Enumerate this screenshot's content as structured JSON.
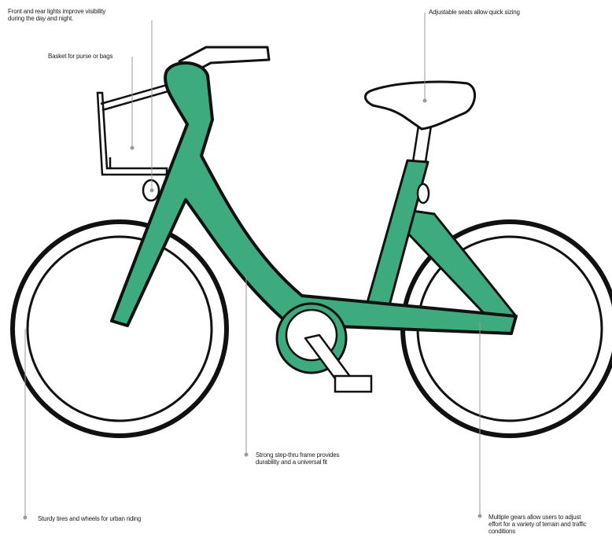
{
  "colors": {
    "frame": "#3eab7e",
    "outline": "#111111",
    "leader": "#999999"
  },
  "callouts": {
    "lights": {
      "line1": "Front and rear lights improve visibility",
      "line2": "during the day and night."
    },
    "basket": {
      "line1": "Basket for purse or bags"
    },
    "seats": {
      "line1": "Adjustable seats allow quick sizing"
    },
    "frame": {
      "line1": "Strong step-thru frame provides",
      "line2": "durability and a universal fit"
    },
    "tires": {
      "line1": "Sturdy tires and wheels for urban riding"
    },
    "gears": {
      "line1": "Multiple gears allow users to adjust",
      "line2": "effort for a variety of terrain and traffic",
      "line3": "conditions"
    }
  }
}
